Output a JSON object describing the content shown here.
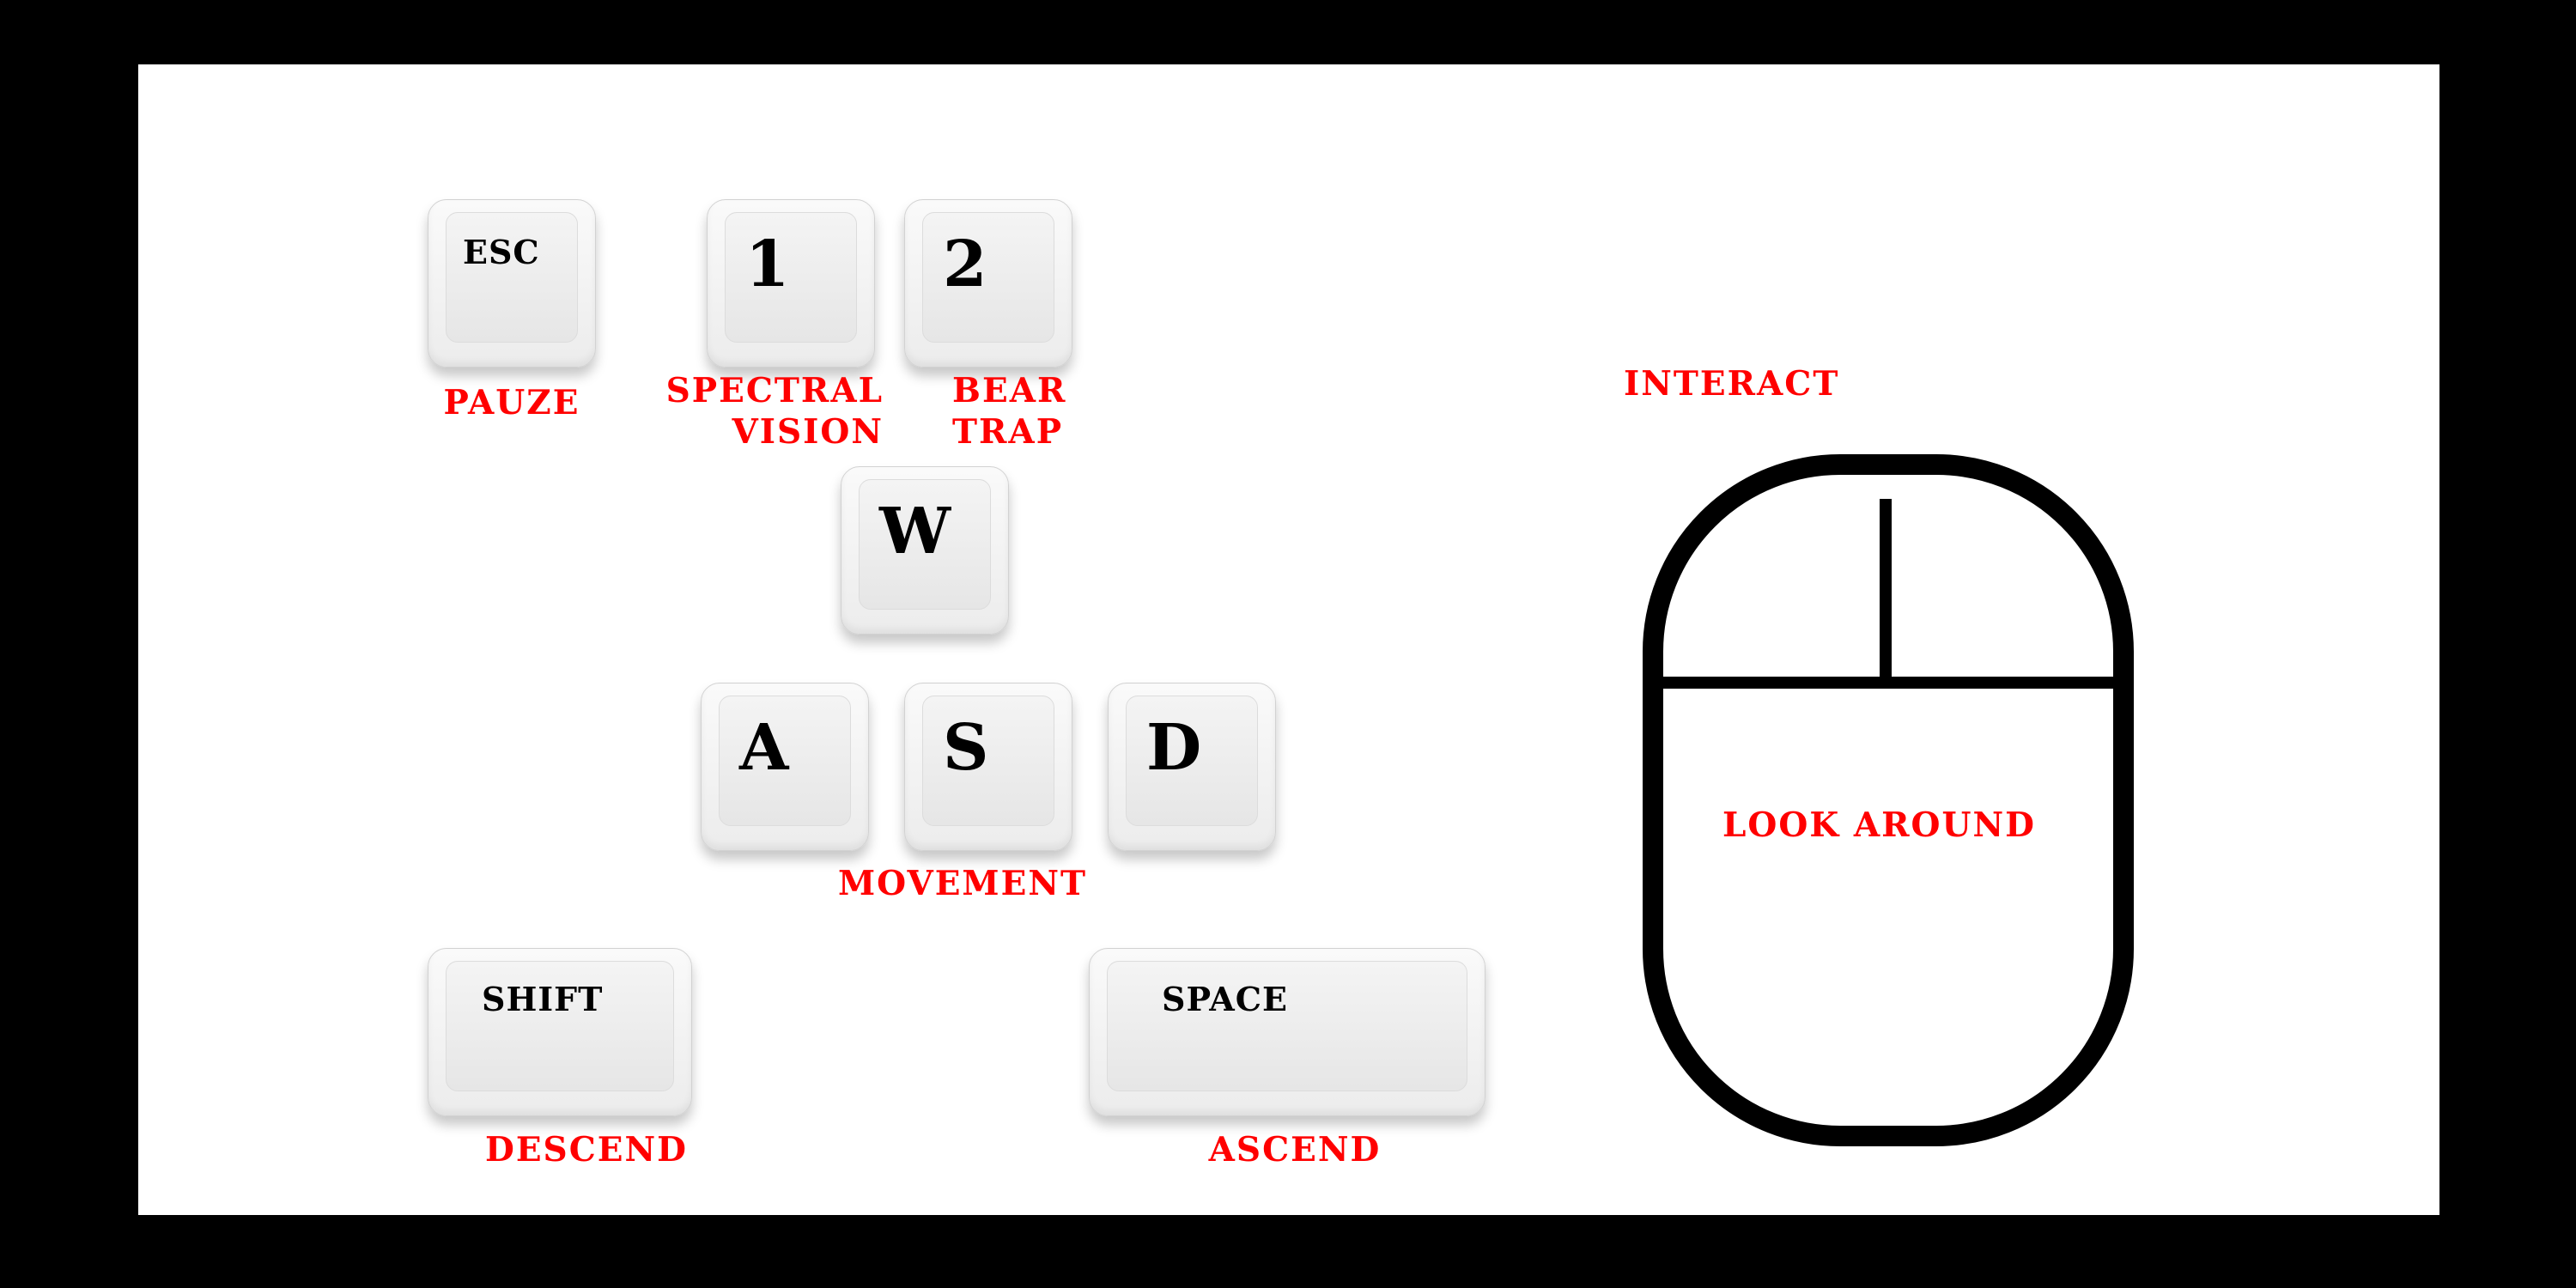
{
  "keys": {
    "esc": "ESC",
    "one": "1",
    "two": "2",
    "w": "W",
    "a": "A",
    "s": "S",
    "d": "D",
    "shift": "SHIFT",
    "space": "SPACE"
  },
  "labels": {
    "pause": "PAUZE",
    "spectral_vision": [
      "SPECTRAL",
      "VISION"
    ],
    "bear_trap": [
      "BEAR",
      "TRAP"
    ],
    "movement": "MOVEMENT",
    "descend": "DESCEND",
    "ascend": "ASCEND",
    "interact": "INTERACT",
    "look_around": "LOOK AROUND"
  },
  "colors": {
    "background": "#000000",
    "panel": "#ffffff",
    "label": "#ff0000",
    "key_legend": "#000000",
    "mouse_outline": "#000000"
  },
  "icons": {
    "mouse": "mouse-icon"
  }
}
